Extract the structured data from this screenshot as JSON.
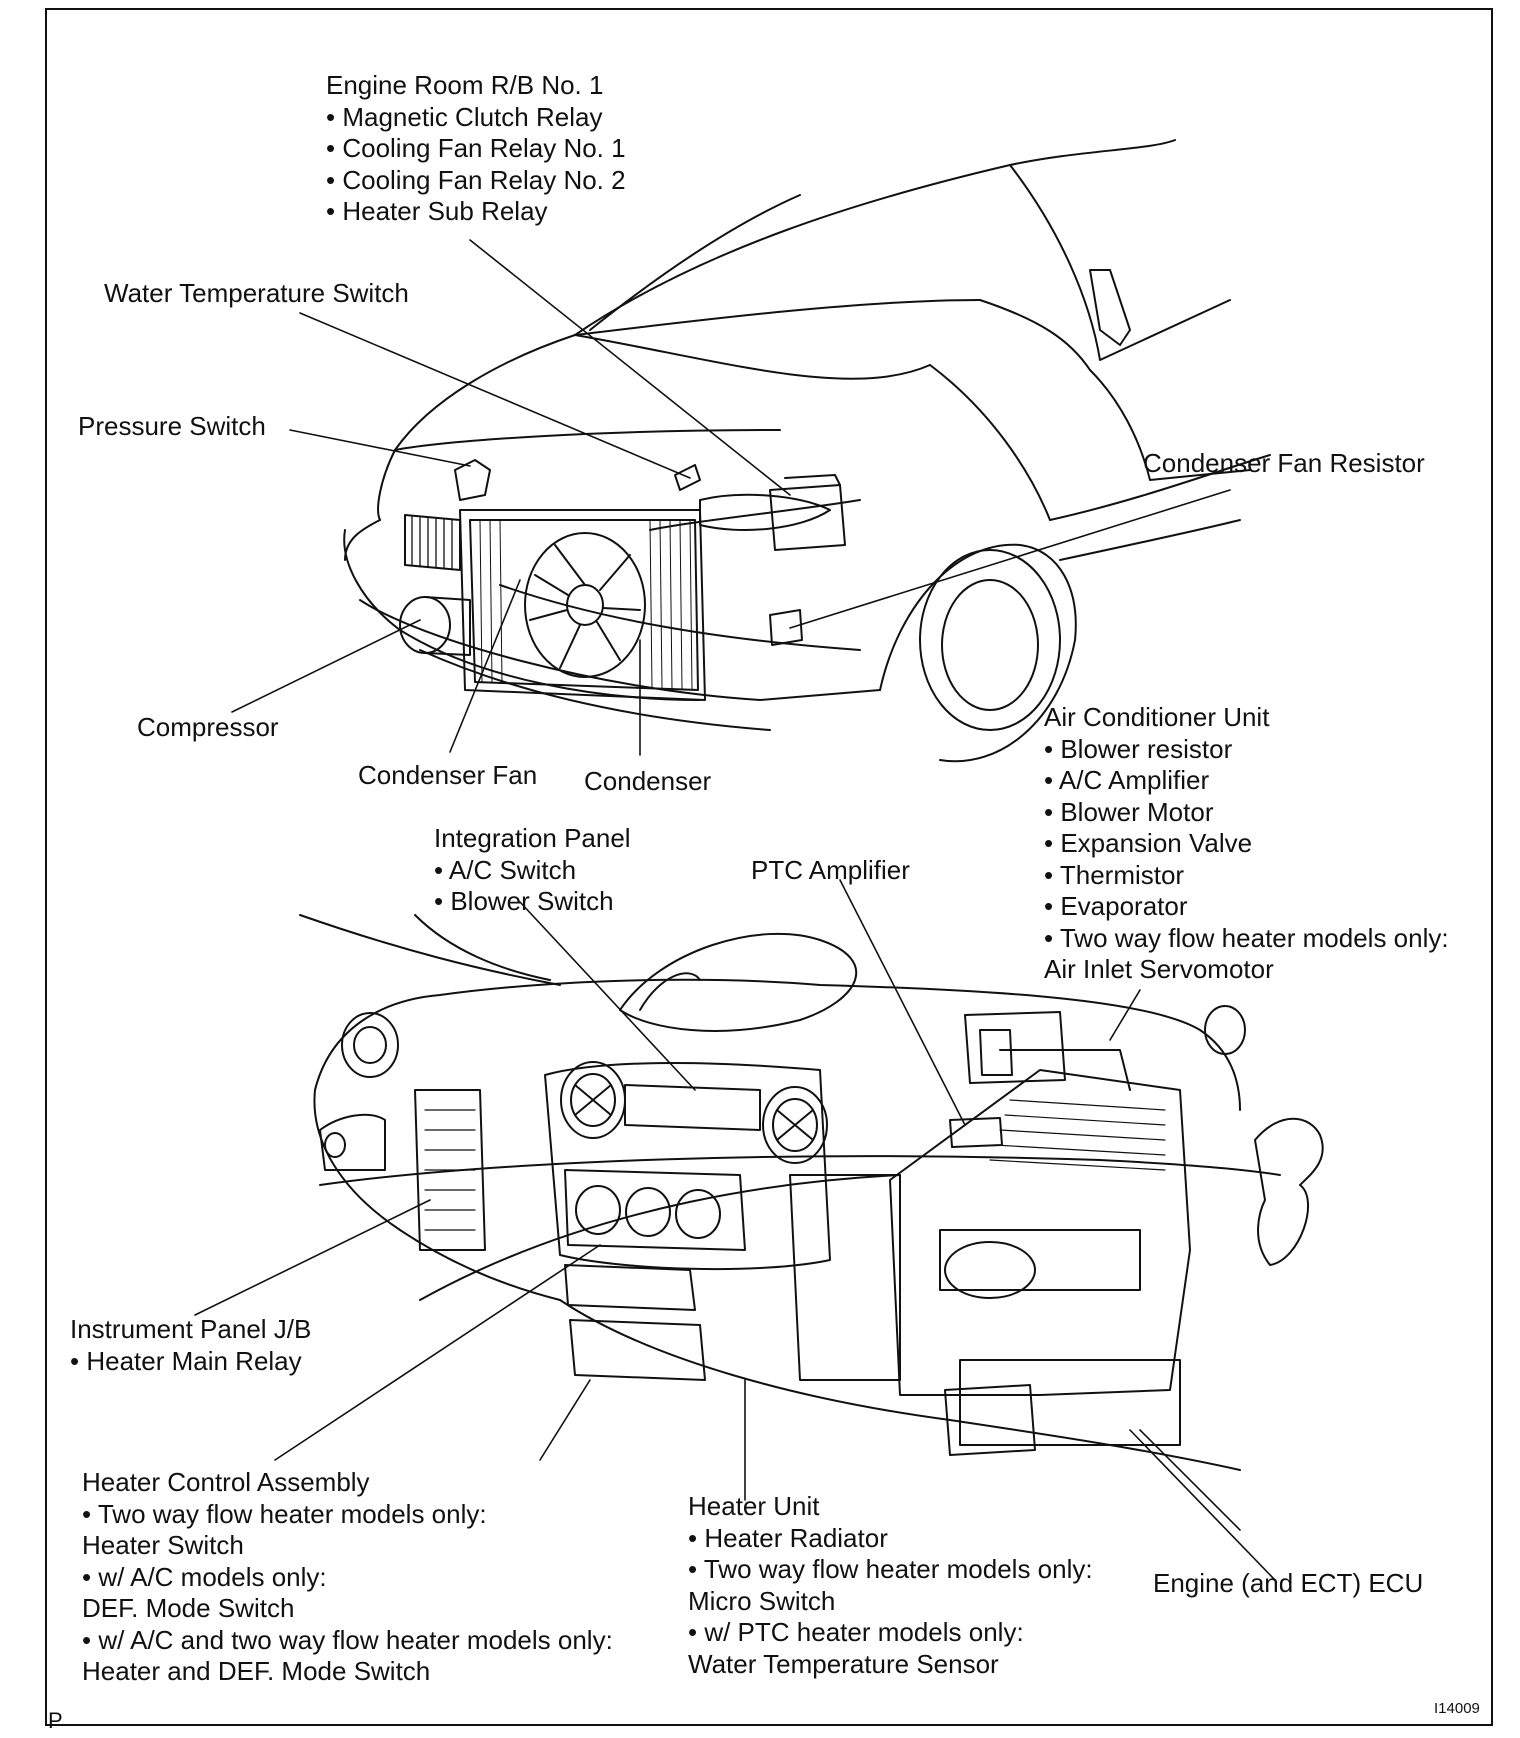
{
  "callouts": {
    "engine_room_rb": {
      "title": "Engine Room R/B No. 1",
      "items": [
        "• Magnetic Clutch Relay",
        "• Cooling Fan Relay No. 1",
        "• Cooling Fan Relay No. 2",
        "• Heater Sub Relay"
      ]
    },
    "water_temp_switch": {
      "title": "Water Temperature Switch"
    },
    "pressure_switch": {
      "title": "Pressure Switch"
    },
    "condenser_fan_resistor": {
      "title": "Condenser Fan Resistor"
    },
    "compressor": {
      "title": "Compressor"
    },
    "condenser_fan": {
      "title": "Condenser Fan"
    },
    "condenser": {
      "title": "Condenser"
    },
    "air_conditioner_unit": {
      "title": "Air Conditioner Unit",
      "items": [
        "• Blower resistor",
        "• A/C Amplifier",
        "• Blower Motor",
        "• Expansion Valve",
        "• Thermistor",
        "• Evaporator",
        "• Two way flow heater models only:",
        "Air Inlet Servomotor"
      ]
    },
    "integration_panel": {
      "title": "Integration Panel",
      "items": [
        "• A/C Switch",
        "• Blower Switch"
      ]
    },
    "ptc_amplifier": {
      "title": "PTC Amplifier"
    },
    "instrument_panel_jb": {
      "title": "Instrument Panel J/B",
      "items": [
        "• Heater Main Relay"
      ]
    },
    "heater_control_assembly": {
      "title": "Heater Control Assembly",
      "items": [
        "• Two way flow heater models only:",
        "Heater Switch",
        "• w/ A/C models only:",
        "DEF. Mode Switch",
        "• w/ A/C and two way flow heater models only:",
        "Heater and DEF. Mode Switch"
      ]
    },
    "heater_unit": {
      "title": "Heater Unit",
      "items": [
        "• Heater Radiator",
        "• Two way flow heater models only:",
        "Micro Switch",
        "• w/ PTC heater models only:",
        "Water Temperature Sensor"
      ]
    },
    "engine_ecu": {
      "title": "Engine (and ECT) ECU"
    }
  },
  "figure_code": "I14009",
  "corner_mark": "P"
}
